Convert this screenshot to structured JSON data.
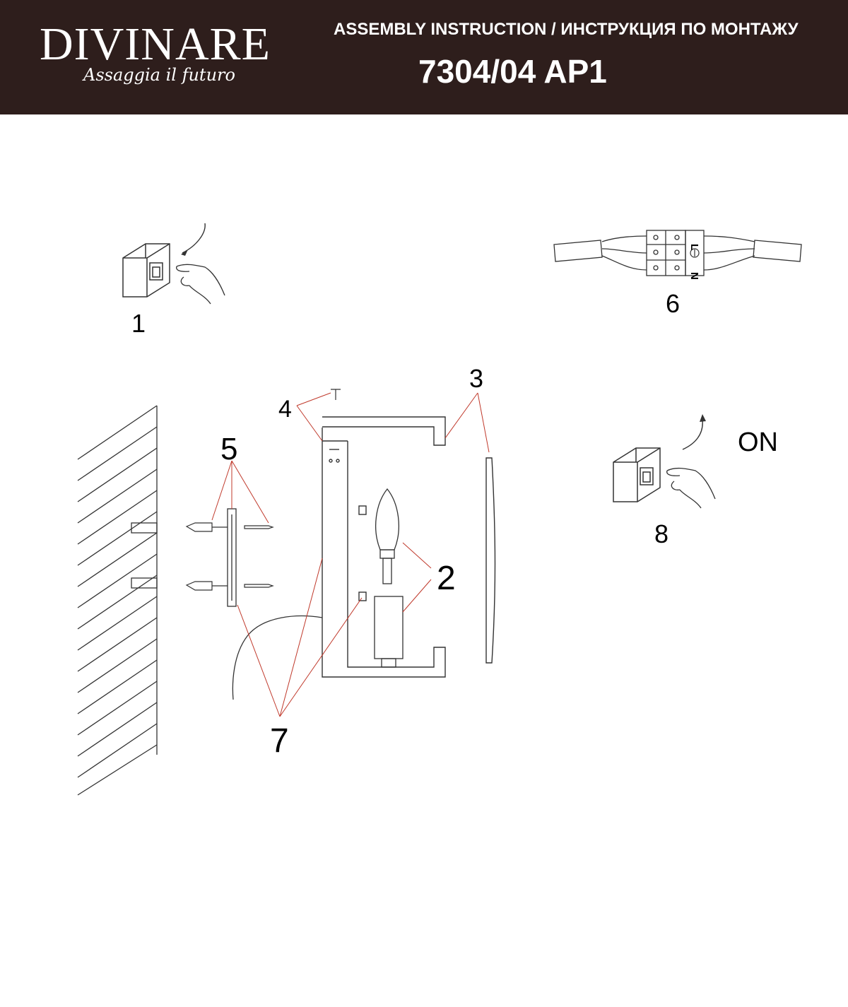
{
  "brand": {
    "logo_text": "DIVINARE",
    "tagline": "Assaggia il futuro"
  },
  "header": {
    "title": "ASSEMBLY INSTRUCTION / ИНСТРУКЦИЯ ПО МОНТАЖУ",
    "model_code": "7304/04  AP1"
  },
  "steps": {
    "step1": "1",
    "step2": "2",
    "step3": "3",
    "step4": "4",
    "step5": "5",
    "step6": "6",
    "step7": "7",
    "step8": "8"
  },
  "labels": {
    "on": "ON",
    "terminal_l": "L",
    "terminal_n": "N"
  },
  "colors": {
    "header_bg": "#2e1e1c",
    "leader_lines": "#c0392b",
    "lines": "#333333"
  },
  "icons": [
    "light-switch-icon",
    "hand-icon",
    "curved-arrow-icon",
    "screw-icon",
    "wall-plug-icon",
    "terminal-block-icon",
    "ground-icon",
    "candle-bulb-icon"
  ]
}
